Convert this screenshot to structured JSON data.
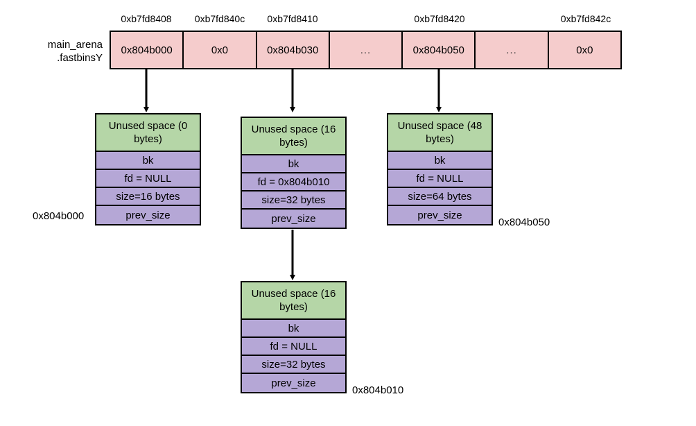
{
  "diagram": {
    "title": "glibc fastbins linked-list diagram",
    "colors": {
      "array_fill": "#f5cccc",
      "chunk_header_fill": "#b5d6a7",
      "chunk_field_fill": "#b5a7d6",
      "stroke": "#000000"
    }
  },
  "arena": {
    "label": "main_arena\n.fastbinsY"
  },
  "fastbins": {
    "addresses": [
      "0xb7fd8408",
      "0xb7fd840c",
      "0xb7fd8410",
      "",
      "0xb7fd8420",
      "",
      "0xb7fd842c"
    ],
    "cells": [
      "0x804b000",
      "0x0",
      "0x804b030",
      "...",
      "0x804b050",
      "...",
      "0x0"
    ]
  },
  "chunks": [
    {
      "id": "chunk-804b000",
      "side_address": "0x804b000",
      "rows": [
        "Unused space (0 bytes)",
        "bk",
        "fd = NULL",
        "size=16 bytes",
        "prev_size"
      ]
    },
    {
      "id": "chunk-804b030",
      "side_address": "",
      "rows": [
        "Unused space (16 bytes)",
        "bk",
        "fd = 0x804b010",
        "size=32 bytes",
        "prev_size"
      ]
    },
    {
      "id": "chunk-804b050",
      "side_address": "0x804b050",
      "rows": [
        "Unused space (48 bytes)",
        "bk",
        "fd = NULL",
        "size=64 bytes",
        "prev_size"
      ]
    },
    {
      "id": "chunk-804b010",
      "side_address": "0x804b010",
      "rows": [
        "Unused space (16 bytes)",
        "bk",
        "fd = NULL",
        "size=32 bytes",
        "prev_size"
      ]
    }
  ]
}
